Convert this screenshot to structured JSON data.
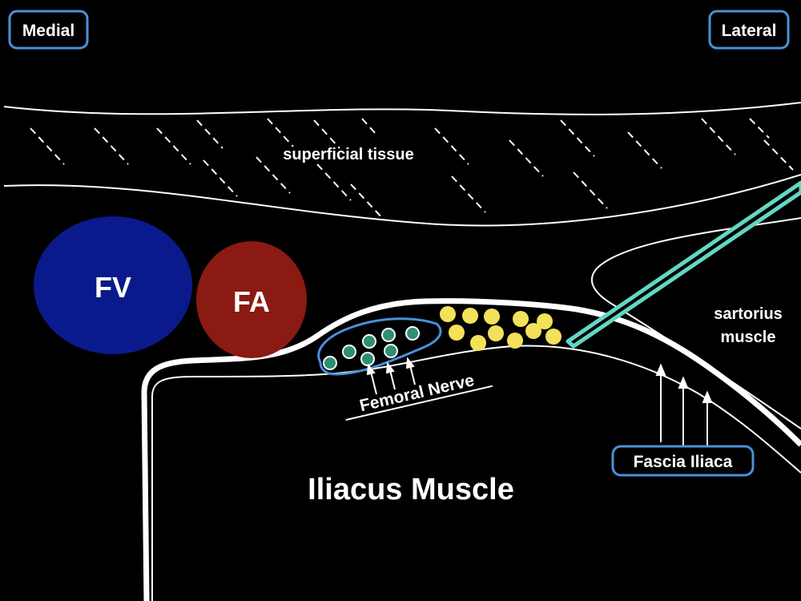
{
  "orientation": {
    "medial_label": "Medial",
    "lateral_label": "Lateral"
  },
  "layers": {
    "superficial_label": "superficial tissue",
    "sartorius_label_line1": "sartorius",
    "sartorius_label_line2": "muscle",
    "iliacus_label": "Iliacus Muscle"
  },
  "vessels": {
    "fv_label": "FV",
    "fa_label": "FA"
  },
  "nerve": {
    "label": "Femoral Nerve"
  },
  "fascia": {
    "label": "Fascia Iliaca"
  },
  "colors": {
    "background": "#000000",
    "line": "#ffffff",
    "badge_border": "#4a90d9",
    "femoral_vein": "#0a1a8c",
    "femoral_artery": "#8b1a12",
    "nerve_fascicle": "#2e8f72",
    "local_anesthetic": "#f3e15a",
    "needle": "#63d7c3"
  }
}
